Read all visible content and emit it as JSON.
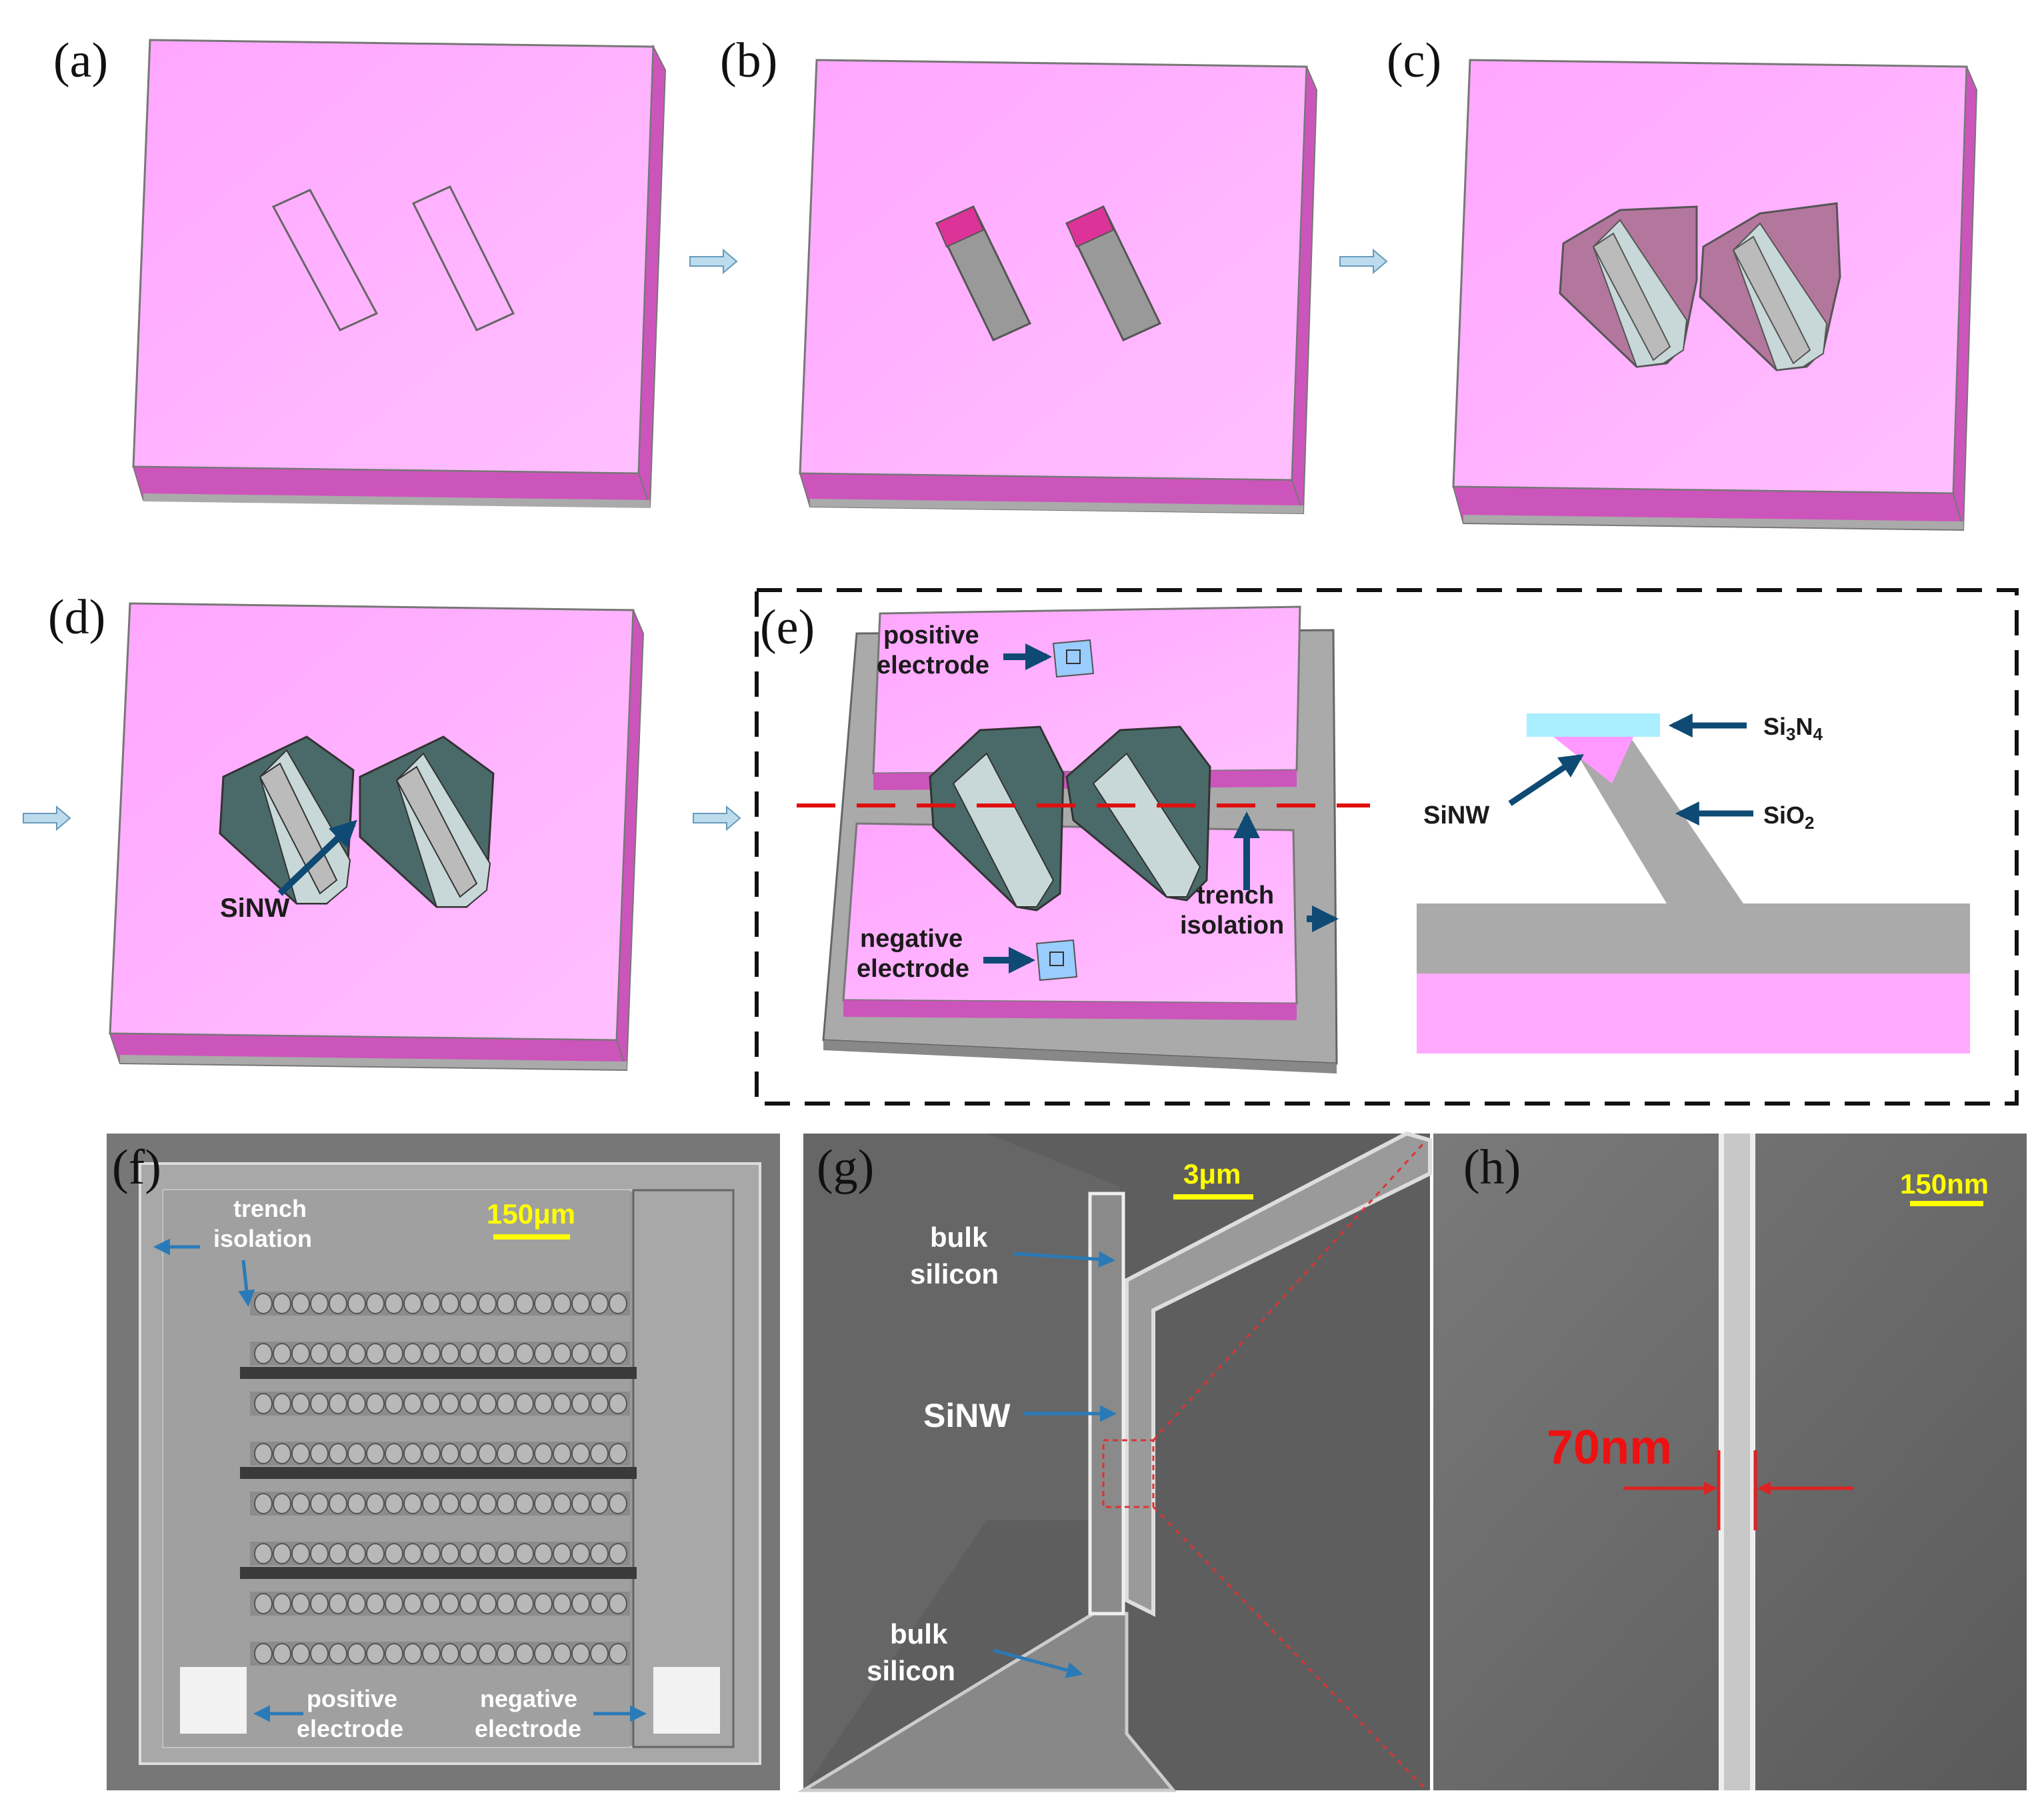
{
  "panels": {
    "a": "(a)",
    "b": "(b)",
    "c": "(c)",
    "d": "(d)",
    "e": "(e)",
    "f": "(f)",
    "g": "(g)",
    "h": "(h)"
  },
  "labels": {
    "d_sinw": "SiNW",
    "e_positive_1": "positive",
    "e_positive_2": "electrode",
    "e_negative_1": "negative",
    "e_negative_2": "electrode",
    "e_trench_1": "trench",
    "e_trench_2": "isolation",
    "e_si3n4": "Si3N4",
    "e_sinw": "SiNW",
    "e_sio2": "SiO2",
    "f_trench_1": "trench",
    "f_trench_2": "isolation",
    "f_scale": "150μm",
    "f_positive_1": "positive",
    "f_positive_2": "electrode",
    "f_negative_1": "negative",
    "f_negative_2": "electrode",
    "g_scale": "3μm",
    "g_bulk1_1": "bulk",
    "g_bulk1_2": "silicon",
    "g_sinw": "SiNW",
    "g_bulk2_1": "bulk",
    "g_bulk2_2": "silicon",
    "h_scale": "150nm",
    "h_width": "70nm"
  },
  "colors": {
    "pink_top": "#ffaaff",
    "pink_side": "#cc55bb",
    "oxide_gray": "#aaaaaa",
    "nitride": "#aaeeff",
    "electrode_blue": "#99ccff",
    "arrow_navy": "#0e4a73",
    "cut_red": "#e01010",
    "scale_yellow": "#ffff00"
  }
}
